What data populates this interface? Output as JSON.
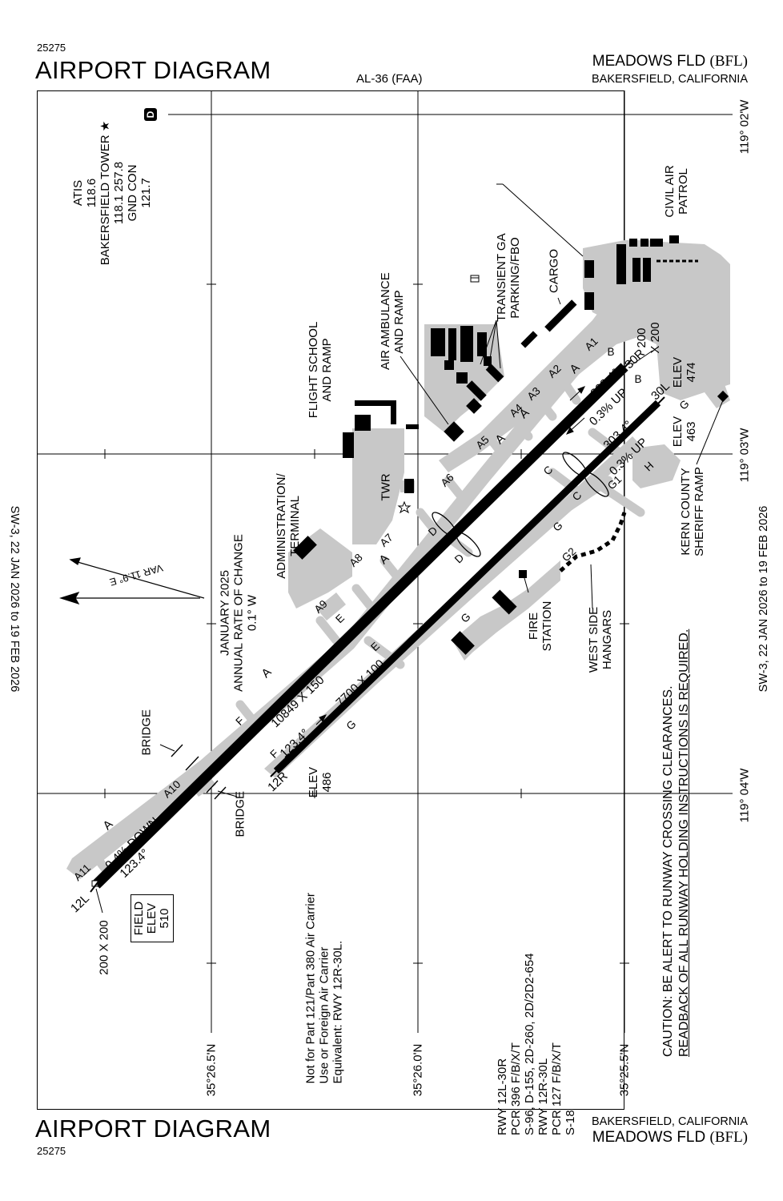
{
  "header": {
    "chart_number": "25275",
    "title": "AIRPORT DIAGRAM",
    "chart_id": "AL-36 (FAA)",
    "airport_name": "MEADOWS FLD",
    "airport_id": "(BFL)",
    "location": "BAKERSFIELD, CALIFORNIA"
  },
  "footer": {
    "chart_number": "25275",
    "title": "AIRPORT DIAGRAM",
    "airport_name": "MEADOWS FLD",
    "airport_id": "(BFL)",
    "location": "BAKERSFIELD, CALIFORNIA"
  },
  "validity": {
    "left": "SW-3, 22 JAN 2026 to 19 FEB 2026",
    "right": "SW-3, 22 JAN 2026 to 19 FEB 2026"
  },
  "comms": {
    "atis_label": "ATIS",
    "atis_freq": "118.6",
    "tower_label": "BAKERSFIELD TOWER",
    "tower_freq": "118.1 257.8",
    "gnd_label": "GND CON",
    "gnd_freq": "121.7",
    "d_symbol": "D"
  },
  "coords": {
    "lon_1": "119° 02'W",
    "lon_2": "119° 03'W",
    "lon_3": "119° 04'W",
    "lat_1": "35°26.5'N",
    "lat_2": "35°26.0'N",
    "lat_3": "35°25.5'N"
  },
  "variation": {
    "var": "VAR 11.9° E",
    "line1": "JANUARY 2025",
    "line2": "ANNUAL RATE OF CHANGE",
    "line3": "0.1° W"
  },
  "runways": {
    "rwy_main_dims": "10849 X 150",
    "rwy_sec_dims": "7700 X 100",
    "hdg_123_main": "123.4°",
    "hdg_303_main": "303.4°",
    "hdg_123_sec": "123.4°",
    "hdg_303_sec": "303.4°",
    "slope_main_down": "0.4% DOWN",
    "slope_main_up": "0.3% UP",
    "slope_sec_up": "0.3% UP",
    "end_12l": "12L",
    "end_30r": "30R",
    "end_12r": "12R",
    "end_30l": "30L",
    "elev_12r_label": "ELEV",
    "elev_12r": "486",
    "elev_30r_label": "ELEV",
    "elev_30r": "474",
    "elev_30l_label": "ELEV",
    "elev_30l": "463",
    "blast_12l": "200 X 200",
    "blast_30r_1": "200",
    "blast_30r_2": "X 200"
  },
  "field_elev": {
    "line1": "FIELD",
    "line2": "ELEV",
    "line3": "510"
  },
  "labels": {
    "civil_air": "CIVIL AIR",
    "patrol": "PATROL",
    "transient_1": "TRANSIENT GA",
    "transient_2": "PARKING/FBO",
    "cargo": "CARGO",
    "air_amb_1": "AIR AMBULANCE",
    "air_amb_2": "AND RAMP",
    "flight_school_1": "FLIGHT SCHOOL",
    "flight_school_2": "AND RAMP",
    "admin_1": "ADMINISTRATION/",
    "admin_2": "TERMINAL",
    "twr": "TWR",
    "bridge_1": "BRIDGE",
    "bridge_2": "BRIDGE",
    "fire_1": "FIRE",
    "fire_2": "STATION",
    "west_1": "WEST SIDE",
    "west_2": "HANGARS",
    "kern_1": "KERN COUNTY",
    "kern_2": "SHERIFF RAMP"
  },
  "taxiways": {
    "a": "A",
    "a1": "A1",
    "a2": "A2",
    "a3": "A3",
    "a4": "A4",
    "a5": "A5",
    "a6": "A6",
    "a7": "A7",
    "a8": "A8",
    "a9": "A9",
    "a10": "A10",
    "a11": "A11",
    "b": "B",
    "c": "C",
    "d": "D",
    "e": "E",
    "f": "F",
    "g": "G",
    "g1": "G1",
    "g2": "G2",
    "h": "H"
  },
  "notes": {
    "line1": "Not for Part 121/Part 380 Air Carrier",
    "line2": "Use or Foreign Air Carrier",
    "line3": "Equivalent: RWY 12R-30L."
  },
  "pcr": {
    "l1": "RWY 12L-30R",
    "l2": "PCR 396 F/B/X/T",
    "l3": "S-96, D-155, 2D-260, 2D/2D2-654",
    "l4": "RWY 12R-30L",
    "l5": "PCR 127 F/B/X/T",
    "l6": "S-18"
  },
  "caution": {
    "line1": "CAUTION: BE ALERT TO RUNWAY CROSSING CLEARANCES.",
    "line2": "READBACK OF ALL RUNWAY HOLDING INSTRUCTIONS IS REQUIRED."
  },
  "colors": {
    "pavement": "#c8c8c8",
    "ink": "#000000"
  }
}
